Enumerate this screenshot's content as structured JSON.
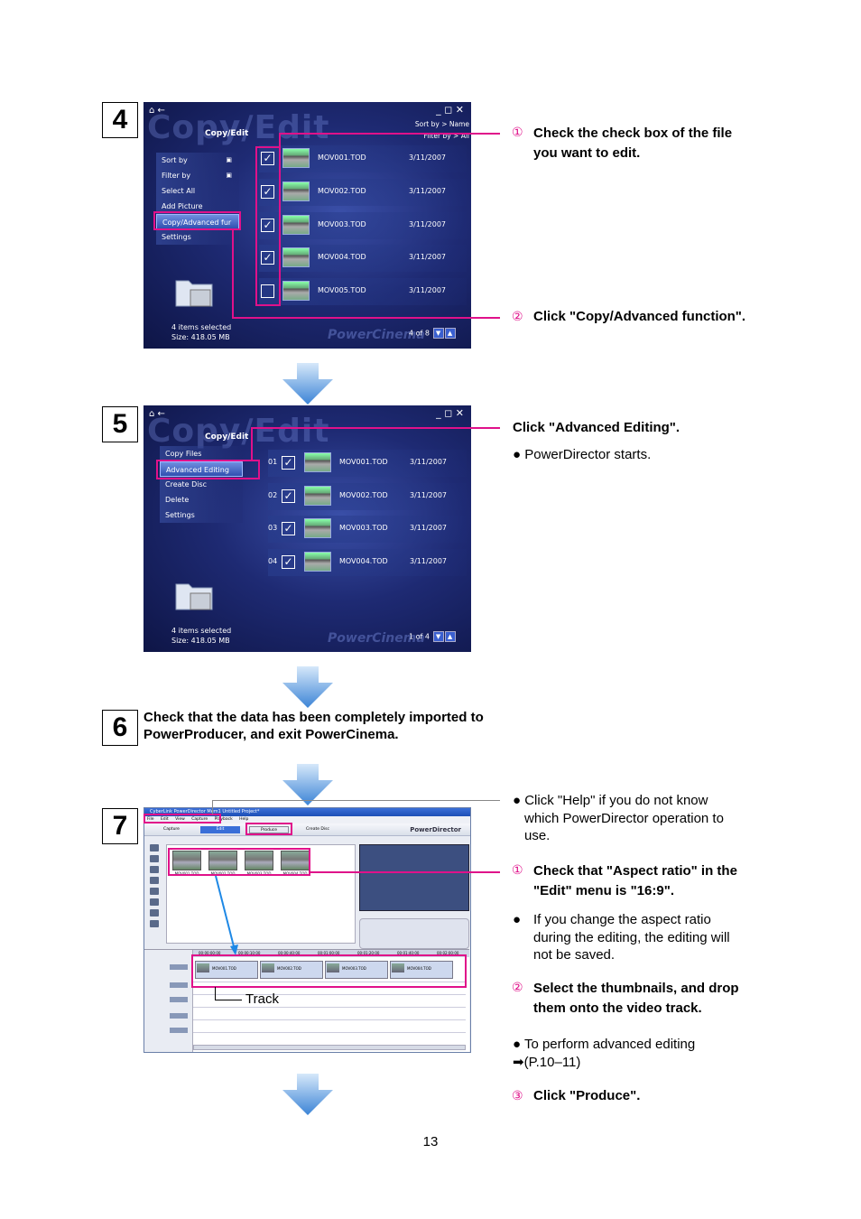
{
  "step4": {
    "number": "4",
    "screen": {
      "bg_title": "Copy/Edit",
      "subtitle": "Copy/Edit",
      "sort_info_1": "Sort by > Name",
      "sort_info_2": "Filter by > All",
      "menu": [
        "Sort by",
        "Filter by",
        "Select All",
        "Add Picture",
        "Copy/Advanced fur",
        "Settings"
      ],
      "files": [
        {
          "name": "MOV001.TOD",
          "date": "3/11/2007",
          "checked": true
        },
        {
          "name": "MOV002.TOD",
          "date": "3/11/2007",
          "checked": true
        },
        {
          "name": "MOV003.TOD",
          "date": "3/11/2007",
          "checked": true
        },
        {
          "name": "MOV004.TOD",
          "date": "3/11/2007",
          "checked": true
        },
        {
          "name": "MOV005.TOD",
          "date": "3/11/2007",
          "checked": false
        }
      ],
      "status_1": "4 items selected",
      "status_2": "Size: 418.05 MB",
      "brand": "PowerCinema",
      "pager": "4 of 8"
    },
    "ann1_num": "①",
    "ann1_line1": "Check the check box of the file",
    "ann1_line2": "you want to edit.",
    "ann2_num": "②",
    "ann2_text": "Click \"Copy/Advanced function\"."
  },
  "step5": {
    "number": "5",
    "screen": {
      "bg_title": "Copy/Edit",
      "subtitle": "Copy/Edit",
      "menu": [
        "Copy Files",
        "Advanced Editing",
        "Create Disc",
        "Delete",
        "Settings"
      ],
      "files": [
        {
          "num": "01",
          "name": "MOV001.TOD",
          "date": "3/11/2007"
        },
        {
          "num": "02",
          "name": "MOV002.TOD",
          "date": "3/11/2007"
        },
        {
          "num": "03",
          "name": "MOV003.TOD",
          "date": "3/11/2007"
        },
        {
          "num": "04",
          "name": "MOV004.TOD",
          "date": "3/11/2007"
        }
      ],
      "status_1": "4 items selected",
      "status_2": "Size: 418.05 MB",
      "brand": "PowerCinema",
      "pager": "1 of 4"
    },
    "ann_title": "Click \"Advanced Editing\".",
    "ann_bullet": "● PowerDirector starts."
  },
  "step6": {
    "number": "6",
    "line1": "Check that the data has been completely imported to",
    "line2": "PowerProducer, and exit PowerCinema."
  },
  "step7": {
    "number": "7",
    "screen": {
      "title": "CyberLink PowerDirector Mem1 Untitled Project*",
      "menus": [
        "File",
        "Edit",
        "View",
        "Capture",
        "Playback",
        "Help"
      ],
      "tabs": [
        "Capture",
        "Edit",
        "Produce",
        "Create Disc"
      ],
      "logo": "PowerDirector",
      "clips": [
        "MOV001.TOD",
        "MOV002.TOD",
        "MOV003.TOD",
        "MOV004.TOD"
      ],
      "ruler": [
        "00:00:00:00",
        "00:00:10:00",
        "00:00:40:00",
        "00:01:00:00",
        "00:01:20:00",
        "00:01:40:00",
        "00:02:00:00"
      ]
    },
    "help_bullet_1": "● Click \"Help\" if you do not know",
    "help_bullet_2": "which PowerDirector operation to",
    "help_bullet_3": "use.",
    "ann1_num": "①",
    "ann1_line1": "Check that \"Aspect ratio\" in the",
    "ann1_line2": "\"Edit\" menu is \"16:9\".",
    "note_bullet": "●",
    "note_1": "If you change the aspect ratio",
    "note_2": "during the editing, the editing will",
    "note_3": "not be saved.",
    "ann2_num": "②",
    "ann2_line1": "Select the thumbnails, and drop",
    "ann2_line2": "them onto the video track.",
    "adv_1": "● To perform advanced editing",
    "adv_2": "➡(P.10–11)",
    "ann3_num": "③",
    "ann3_text": "Click \"Produce\".",
    "track_label": "Track"
  },
  "page_number": "13",
  "colors": {
    "highlight": "#e0118a",
    "arrow": "#4a90d9"
  }
}
